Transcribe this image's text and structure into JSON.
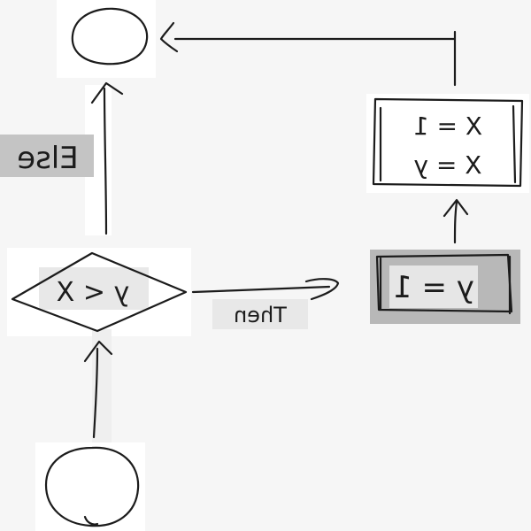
{
  "diagram": {
    "kind": "flowchart",
    "style": "handwritten, mirrored",
    "colors": {
      "background": "#f6f6f6",
      "ink": "#1c1c1c",
      "highlight_light": "#e8e8e8",
      "highlight_mid": "#c4c4c4",
      "highlight_dark": "#b8b8b8"
    },
    "nodes": {
      "start": {
        "shape": "circle",
        "label": ""
      },
      "decision": {
        "shape": "diamond",
        "label": "y < X"
      },
      "assign_one": {
        "shape": "rectangle",
        "label": "y = 1"
      },
      "swap": {
        "shape": "rectangle",
        "lines": [
          "X = 1",
          "X = y"
        ]
      },
      "end": {
        "shape": "circle",
        "label": ""
      }
    },
    "edges": {
      "then_label": "Then",
      "else_label": "Else"
    }
  }
}
